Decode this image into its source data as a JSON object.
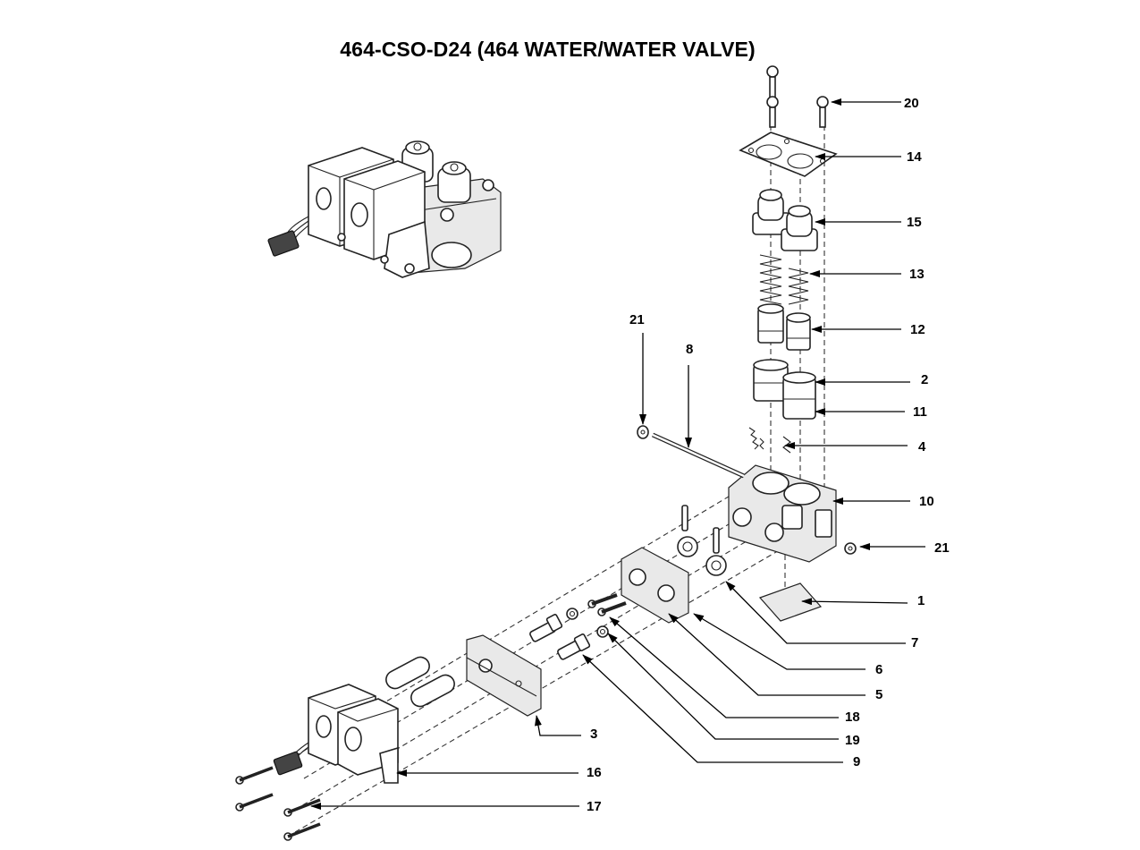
{
  "title": "464-CSO-D24 (464 WATER/WATER VALVE)",
  "callouts": [
    {
      "id": "20",
      "label": "20"
    },
    {
      "id": "14",
      "label": "14"
    },
    {
      "id": "15",
      "label": "15"
    },
    {
      "id": "13",
      "label": "13"
    },
    {
      "id": "12",
      "label": "12"
    },
    {
      "id": "2",
      "label": "2"
    },
    {
      "id": "11",
      "label": "11"
    },
    {
      "id": "4",
      "label": "4"
    },
    {
      "id": "10",
      "label": "10"
    },
    {
      "id": "21b",
      "label": "21"
    },
    {
      "id": "1",
      "label": "1"
    },
    {
      "id": "7",
      "label": "7"
    },
    {
      "id": "6",
      "label": "6"
    },
    {
      "id": "5",
      "label": "5"
    },
    {
      "id": "18",
      "label": "18"
    },
    {
      "id": "19",
      "label": "19"
    },
    {
      "id": "9",
      "label": "9"
    },
    {
      "id": "3",
      "label": "3"
    },
    {
      "id": "16",
      "label": "16"
    },
    {
      "id": "17",
      "label": "17"
    },
    {
      "id": "21a",
      "label": "21"
    },
    {
      "id": "8",
      "label": "8"
    }
  ]
}
